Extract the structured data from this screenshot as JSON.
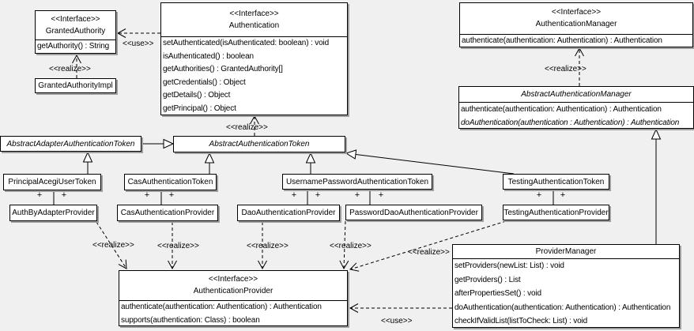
{
  "labels": {
    "use": "<<use>>",
    "realize": "<<realize>>",
    "plus": "+"
  },
  "colors": {
    "background": "#f0f0f0",
    "box_fill": "#ffffff",
    "line": "#000000",
    "shadow": "#9e9e9e"
  },
  "classes": {
    "granted_authority": {
      "stereotype": "<<Interface>>",
      "name": "GrantedAuthority",
      "methods": [
        "getAuthority() : String"
      ]
    },
    "granted_authority_impl": {
      "name": "GrantedAuthorityImpl"
    },
    "authentication": {
      "stereotype": "<<Interface>>",
      "name": "Authentication",
      "methods": [
        "setAuthenticated(isAuthenticated: boolean) : void",
        "isAuthenticated() : boolean",
        "getAuthorities() : GrantedAuthority[]",
        "getCredentials() : Object",
        "getDetails() : Object",
        "getPrincipal() : Object"
      ]
    },
    "authentication_manager": {
      "stereotype": "<<Interface>>",
      "name": "AuthenticationManager",
      "methods": [
        "authenticate(authentication: Authentication) : Authentication"
      ]
    },
    "abstract_authentication_manager": {
      "name": "AbstractAuthenticationManager",
      "methods": [
        "authenticate(authentication: Authentication) : Authentication",
        "doAuthentication(authentication : Authentication) : Authentication"
      ]
    },
    "abstract_adapter_authentication_token": {
      "name": "AbstractAdapterAuthenticationToken"
    },
    "abstract_authentication_token": {
      "name": "AbstractAuthenticationToken"
    },
    "principal_acegi_user_token": {
      "name": "PrincipalAcegiUserToken"
    },
    "cas_authentication_token": {
      "name": "CasAuthenticationToken"
    },
    "username_password_authentication_token": {
      "name": "UsernamePasswordAuthenticationToken"
    },
    "testing_authentication_token": {
      "name": "TestingAuthenticationToken"
    },
    "auth_by_adapter_provider": {
      "name": "AuthByAdapterProvider"
    },
    "cas_authentication_provider": {
      "name": "CasAuthenticationProvider"
    },
    "dao_authentication_provider": {
      "name": "DaoAuthenticationProvider"
    },
    "password_dao_authentication_provider": {
      "name": "PasswordDaoAuthenticationProvider"
    },
    "testing_authentication_provider": {
      "name": "TestingAuthenticationProvider"
    },
    "authentication_provider": {
      "stereotype": "<<Interface>>",
      "name": "AuthenticationProvider",
      "methods": [
        "authenticate(authentication: Authentication) : Authentication",
        "supports(authentication: Class) : boolean"
      ]
    },
    "provider_manager": {
      "name": "ProviderManager",
      "methods": [
        "setProviders(newList: List) : void",
        "getProviders() : List",
        "afterPropertiesSet() : void",
        "doAuthentication(authentication: Authentication) : Authentication",
        "checkIfValidList(listToCheck: List) : void"
      ]
    }
  }
}
